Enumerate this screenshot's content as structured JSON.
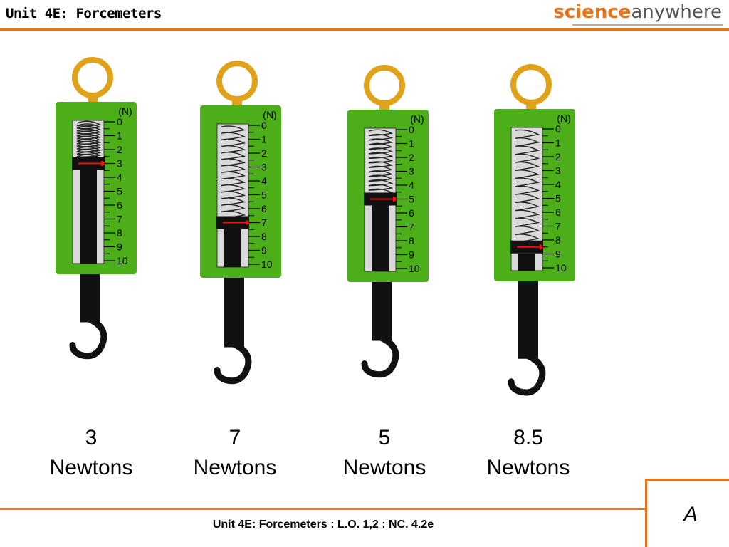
{
  "header": {
    "title": "Unit 4E: Forcemeters"
  },
  "brand": {
    "part1": "science",
    "part2": "anywhere"
  },
  "scale": {
    "unit": "(N)",
    "ticks": [
      "0",
      "1",
      "2",
      "3",
      "4",
      "5",
      "6",
      "7",
      "8",
      "9",
      "10"
    ]
  },
  "forcemeters": [
    {
      "reading": 3,
      "value_label": "3",
      "unit_label": "Newtons"
    },
    {
      "reading": 7,
      "value_label": "7",
      "unit_label": "Newtons"
    },
    {
      "reading": 5,
      "value_label": "5",
      "unit_label": "Newtons"
    },
    {
      "reading": 8.5,
      "value_label": "8.5",
      "unit_label": "Newtons"
    }
  ],
  "colors": {
    "body_green": "#4caf1a",
    "ring_gold": "#e0a21a",
    "accent_orange": "#e8731c",
    "pointer_red": "#ee1111",
    "bar_black": "#111111",
    "tube_gray": "#d9d9d9"
  },
  "footer": {
    "text": "Unit 4E: Forcemeters : L.O. 1,2 : NC. 4.2e",
    "letter": "A"
  }
}
